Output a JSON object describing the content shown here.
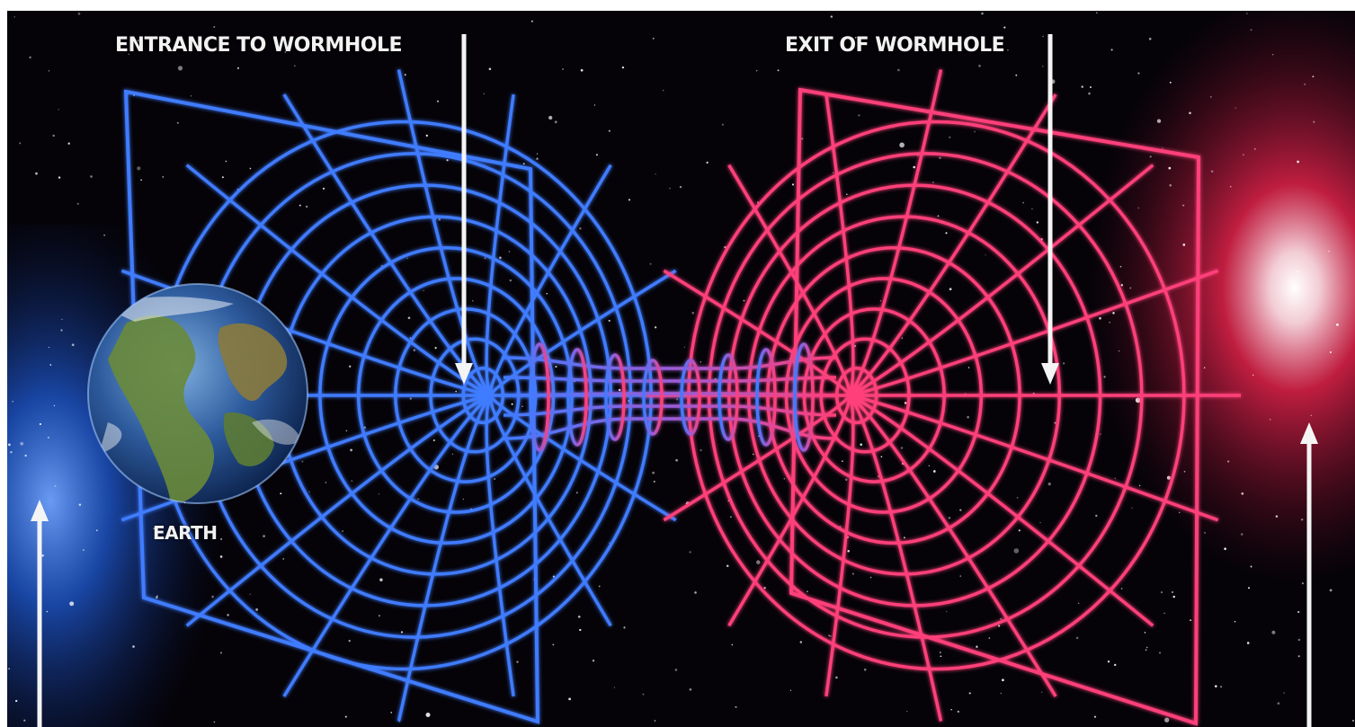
{
  "labels": {
    "entrance": "ENTRANCE TO WORMHOLE",
    "exit": "EXIT OF WORMHOLE",
    "earth": "EARTH"
  },
  "colors": {
    "space": "#050308",
    "entrance_grid": "#3f7bff",
    "exit_grid": "#ff3f7a",
    "blue_nebula": "#1f5bd6",
    "red_nebula": "#e0224a",
    "arrow": "#f4f4f4"
  }
}
